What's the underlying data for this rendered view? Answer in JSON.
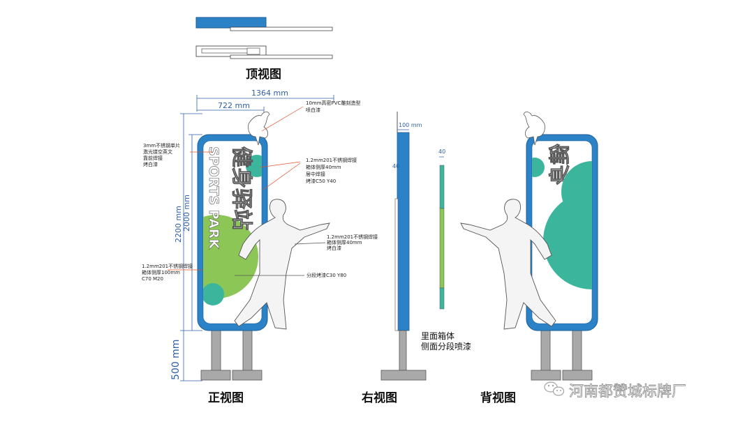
{
  "colors": {
    "frame_blue": "#2b82c7",
    "teal": "#3bb69c",
    "green": "#8cc657",
    "post_gray": "#a9a9a9",
    "dim_blue": "#2f5fa8",
    "leader_red": "#e0542a"
  },
  "views": {
    "top": "顶视图",
    "front": "正视图",
    "right": "右视图",
    "back": "背视图"
  },
  "dimensions": {
    "total_width": "1364 mm",
    "half_width": "722 mm",
    "total_height": "2200 mm",
    "box_height": "2000 mm",
    "leg_height": "500 mm",
    "depth": "100 mm",
    "side_40_a": "40",
    "side_40_b": "40"
  },
  "notes": {
    "pvc_1": "10mm高密PVC雕刻造型",
    "pvc_2": "喷白漆",
    "text_1": "3mm不锈钢单片",
    "text_2": "激光镂空英文",
    "text_3": "靠前焊接",
    "text_4": "烤白漆",
    "inner_1": "1.2mm201不锈钢焊接",
    "inner_2": "箱体侧厚40mm",
    "inner_3": "居中焊接",
    "inner_4": "烤漆C50 Y40",
    "figure_1": "1.2mm201不锈钢焊接",
    "figure_2": "箱体侧厚40mm",
    "figure_3": "烤白漆",
    "box_1": "1.2mm201不锈钢焊接",
    "box_2": "箱体侧厚100mm",
    "box_3": "C70 M20",
    "paint": "分段烤漆C30 Y80",
    "rear_1": "里面箱体",
    "rear_2": "侧面分段喷漆"
  },
  "sign": {
    "chinese": "健身驿站",
    "english": "SPORTS PARK"
  },
  "watermark": {
    "icon": "wechat-icon",
    "text": "河南都赞城标牌厂"
  }
}
